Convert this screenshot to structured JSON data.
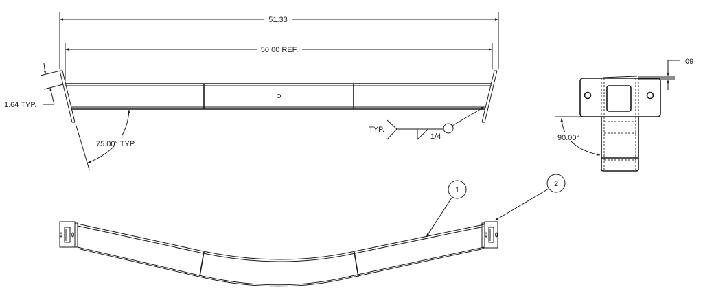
{
  "drawing": {
    "type": "engineering-drawing",
    "views": {
      "front_view": {
        "dimensions": {
          "overall_length": "51.33",
          "reference_length": "50.00 REF.",
          "end_plate_offset": "1.64 TYP.",
          "end_angle": "75.00° TYP."
        },
        "weld_symbol": {
          "note": "TYP.",
          "size": "1/4",
          "type": "fillet, all-around"
        }
      },
      "side_view": {
        "dimensions": {
          "plate_thickness": ".09",
          "angle": "90.00°"
        }
      },
      "isometric_view": {
        "balloons": [
          {
            "number": "1",
            "target": "tube"
          },
          {
            "number": "2",
            "target": "end-plate"
          }
        ]
      }
    },
    "colors": {
      "line": "#1a1a1a",
      "background": "#ffffff"
    }
  }
}
